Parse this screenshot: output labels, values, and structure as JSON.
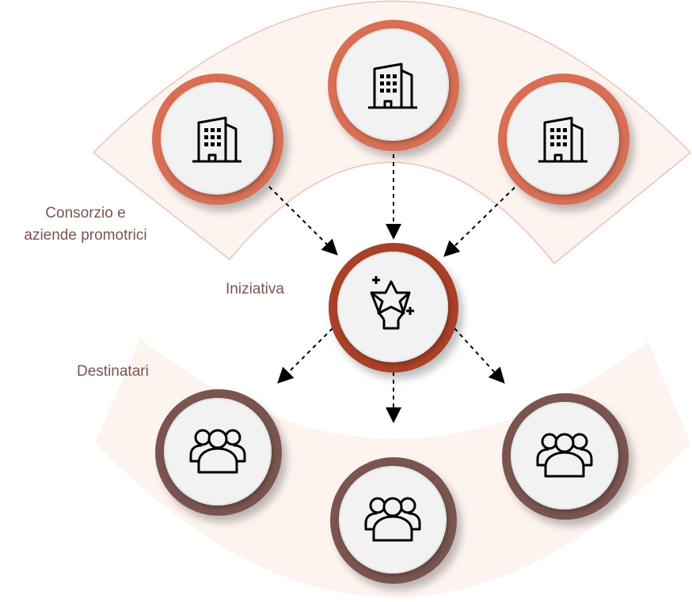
{
  "labels": {
    "promoters_line1": "Consorzio e",
    "promoters_line2": "aziende promotrici",
    "initiative": "Iniziativa",
    "recipients": "Destinatari"
  },
  "nodes": {
    "promoters": [
      {
        "icon": "building-icon"
      },
      {
        "icon": "building-icon"
      },
      {
        "icon": "building-icon"
      }
    ],
    "initiative": {
      "icon": "star-award-icon"
    },
    "recipients": [
      {
        "icon": "group-icon"
      },
      {
        "icon": "group-icon"
      },
      {
        "icon": "group-icon"
      }
    ]
  },
  "colors": {
    "band_fill": "#fdf3ef",
    "band_stroke": "#e8c4b8",
    "promoter_ring": "#d86f55",
    "initiative_ring": "#a84128",
    "recipient_ring": "#7a5550",
    "label_text": "#7a5550"
  }
}
